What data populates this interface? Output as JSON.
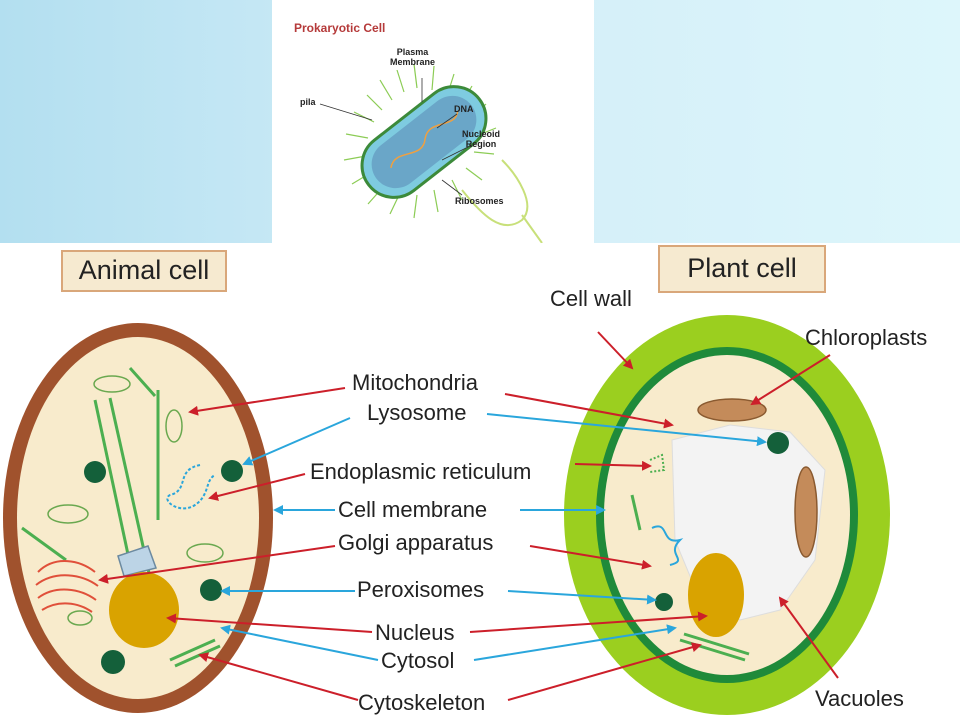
{
  "prokaryote": {
    "title": "Prokaryotic Cell",
    "labels": {
      "plasma_membrane_1": "Plasma",
      "plasma_membrane_2": "Membrane",
      "pila": "pila",
      "dna": "DNA",
      "nucleoid_1": "Nucleoid",
      "nucleoid_2": "Region",
      "ribosomes": "Ribosomes"
    }
  },
  "animal_cell": {
    "title": "Animal cell"
  },
  "plant_cell": {
    "title": "Plant cell",
    "cell_wall": "Cell wall",
    "chloroplasts": "Chloroplasts",
    "vacuoles": "Vacuoles"
  },
  "organelles": [
    "Mitochondria",
    "Lysosome",
    "Endoplasmic reticulum",
    "Cell membrane",
    "Golgi apparatus",
    "Peroxisomes",
    "Nucleus",
    "Cytosol",
    "Cytoskeleton"
  ],
  "colors": {
    "red_arrow": "#cc1f2a",
    "blue_arrow": "#2aa6dc",
    "animal_membrane": "#a0522d",
    "animal_cytoplasm": "#f8ebcc",
    "plant_wall": "#9bcf1f",
    "plant_membrane": "#1f8a3a",
    "nucleus": "#d9a300"
  }
}
